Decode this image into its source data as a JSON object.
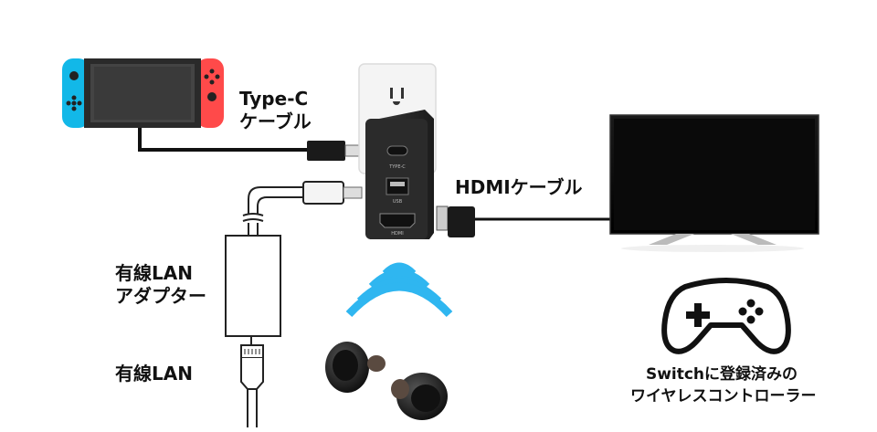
{
  "labels": {
    "type_c_line1": "Type-C",
    "type_c_line2": "ケーブル",
    "hdmi": "HDMIケーブル",
    "lan_adapter_line1": "有線LAN",
    "lan_adapter_line2": "アダプター",
    "lan": "有線LAN",
    "controller_line1": "Switchに登録済みの",
    "controller_line2": "ワイヤレスコントローラー"
  },
  "hub_ports": {
    "port1": "TYPE-C",
    "port2": "USB",
    "port3": "HDMI"
  },
  "colors": {
    "joycon_left": "#12b8e8",
    "joycon_right": "#ff4a4a",
    "wireless": "#2fb6f0",
    "cable": "#111111"
  },
  "icons": [
    "nintendo-switch-icon",
    "wall-outlet-icon",
    "dock-hub-icon",
    "tv-icon",
    "wireless-signal-icon",
    "earbuds-icon",
    "gamepad-icon",
    "lan-adapter-icon",
    "lan-plug-icon"
  ]
}
